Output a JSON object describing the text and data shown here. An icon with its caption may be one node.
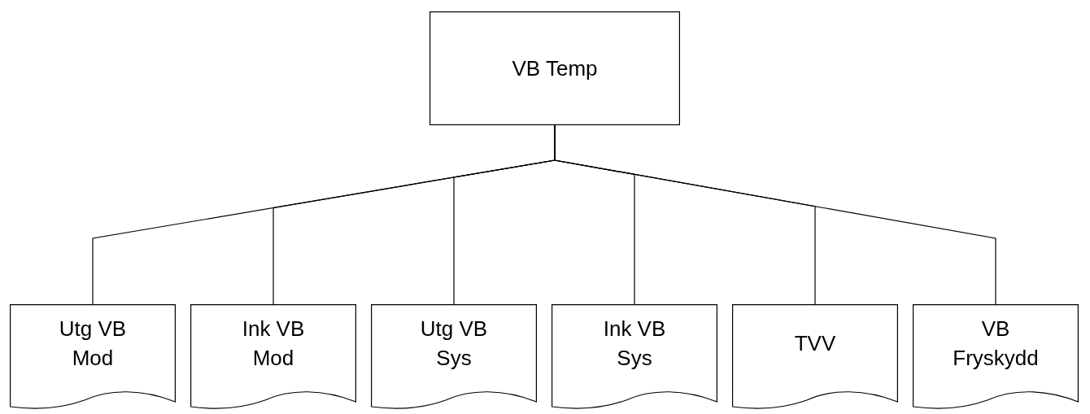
{
  "diagram": {
    "nodes": [
      {
        "text": [
          "VB Temp"
        ]
      },
      {
        "text": [
          "Utg VB Mod"
        ]
      },
      {
        "text": [
          "Ink VB Mod"
        ]
      },
      {
        "text": [
          "Utg VB Sys"
        ]
      },
      {
        "text": [
          "Ink VB Sys"
        ]
      },
      {
        "text": [
          "TVV"
        ]
      },
      {
        "text": [
          "VB Fryskydd"
        ]
      }
    ],
    "edges": [
      {
        "from": 0,
        "to": 1,
        "arrow": "none"
      },
      {
        "from": 0,
        "to": 2,
        "arrow": "none"
      },
      {
        "from": 0,
        "to": 3,
        "arrow": "none"
      },
      {
        "from": 0,
        "to": 4,
        "arrow": "none"
      },
      {
        "from": 0,
        "to": 5,
        "arrow": "none"
      },
      {
        "from": 0,
        "to": 6,
        "arrow": "none"
      }
    ]
  }
}
